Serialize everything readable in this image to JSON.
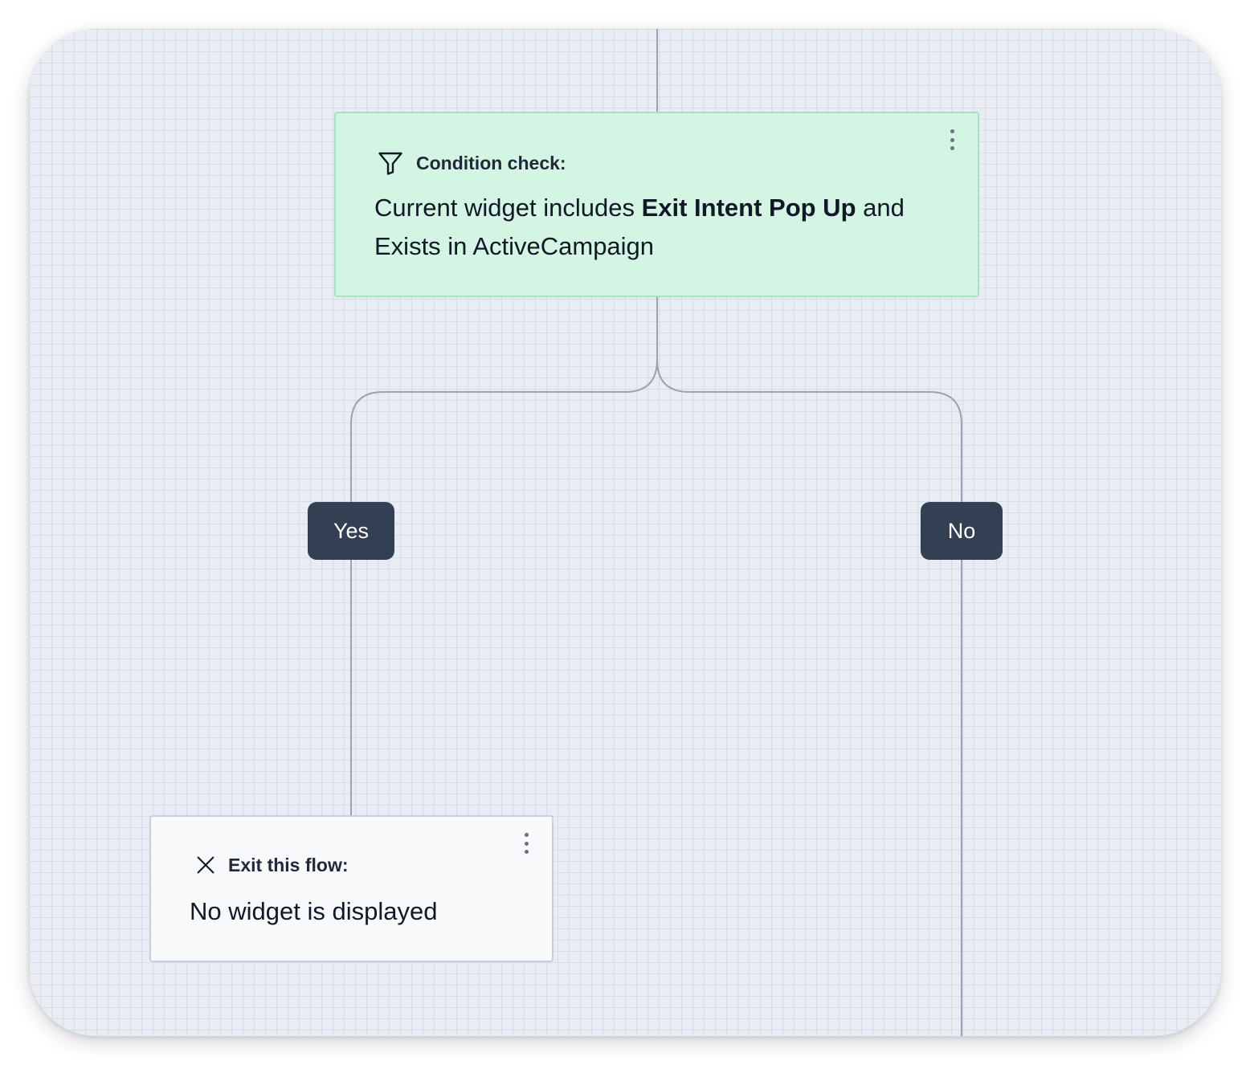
{
  "condition_node": {
    "icon": "filter-icon",
    "title": "Condition check:",
    "body_prefix": "Current widget includes ",
    "body_bold": "Exit Intent Pop Up",
    "body_suffix": " and Exists in ActiveCampaign",
    "background_color": "#d5f5e4",
    "border_color": "#a6e3c3"
  },
  "branches": {
    "yes_label": "Yes",
    "no_label": "No",
    "label_color": "#333f52"
  },
  "exit_node": {
    "icon": "close-icon",
    "title": "Exit this flow:",
    "body": "No widget is displayed",
    "background_color": "#f8f9fb",
    "border_color": "#c9d0db"
  },
  "canvas": {
    "background_color": "#e9edf3",
    "grid_color": "#d6dce6",
    "connector_color": "#9aa3b2"
  }
}
